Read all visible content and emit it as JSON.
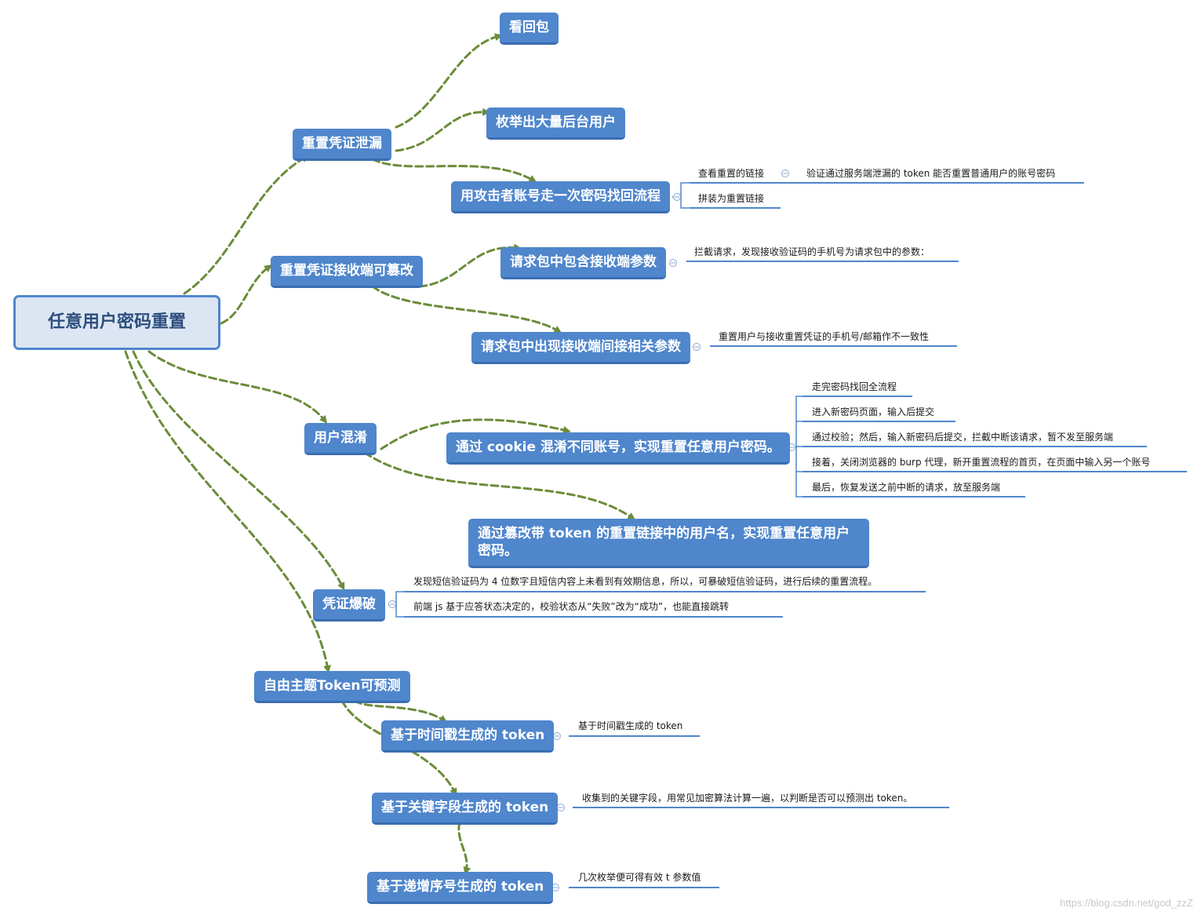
{
  "root": "任意用户密码重置",
  "branches": {
    "b1": "重置凭证泄漏",
    "b2": "重置凭证接收端可篡改",
    "b3": "用户混淆",
    "b4": "凭证爆破",
    "b5": "自由主题Token可预测"
  },
  "subs": {
    "s1": "看回包",
    "s2": "枚举出大量后台用户",
    "s3": "用攻击者账号走一次密码找回流程",
    "s4": "请求包中包含接收端参数",
    "s5": "请求包中出现接收端间接相关参数",
    "s6": "通过 cookie 混淆不同账号，实现重置任意用户密码。",
    "s7": "通过篡改带 token 的重置链接中的用户名，实现重置任意用户密码。",
    "s8": "基于时间戳生成的 token",
    "s9": "基于关键字段生成的 token",
    "s10": "基于递增序号生成的 token"
  },
  "leaves": {
    "l1": "查看重置的链接",
    "l1a": "验证通过服务端泄漏的 token 能否重置普通用户的账号密码",
    "l2": "拼装为重置链接",
    "l3": "拦截请求，发现接收验证码的手机号为请求包中的参数：",
    "l4": "重置用户与接收重置凭证的手机号/邮箱作不一致性",
    "l5": "走完密码找回全流程",
    "l6": "进入新密码页面，输入后提交",
    "l7": "通过校验；然后，输入新密码后提交，拦截中断该请求，暂不发至服务端",
    "l8": "接着，关闭浏览器的 burp 代理，新开重置流程的首页，在页面中输入另一个账号",
    "l9": "最后，恢复发送之前中断的请求，放至服务端",
    "l10": "发现短信验证码为 4 位数字且短信内容上未看到有效期信息，所以，可暴破短信验证码，进行后续的重置流程。",
    "l11": "前端 js 基于应答状态决定的，校验状态从“失败”改为“成功”，也能直接跳转",
    "l12": "基于时间戳生成的 token",
    "l13": "收集到的关键字段，用常见加密算法计算一遍，以判断是否可以预测出 token。",
    "l14": "几次枚举便可得有效 t 参数值"
  },
  "watermark": "https://blog.csdn.net/god_zzZ",
  "colors": {
    "node": "#4f86cc",
    "root_fill": "#dce6f3",
    "connector": "#6b8c3a",
    "leaf_line": "#4f86cc"
  }
}
